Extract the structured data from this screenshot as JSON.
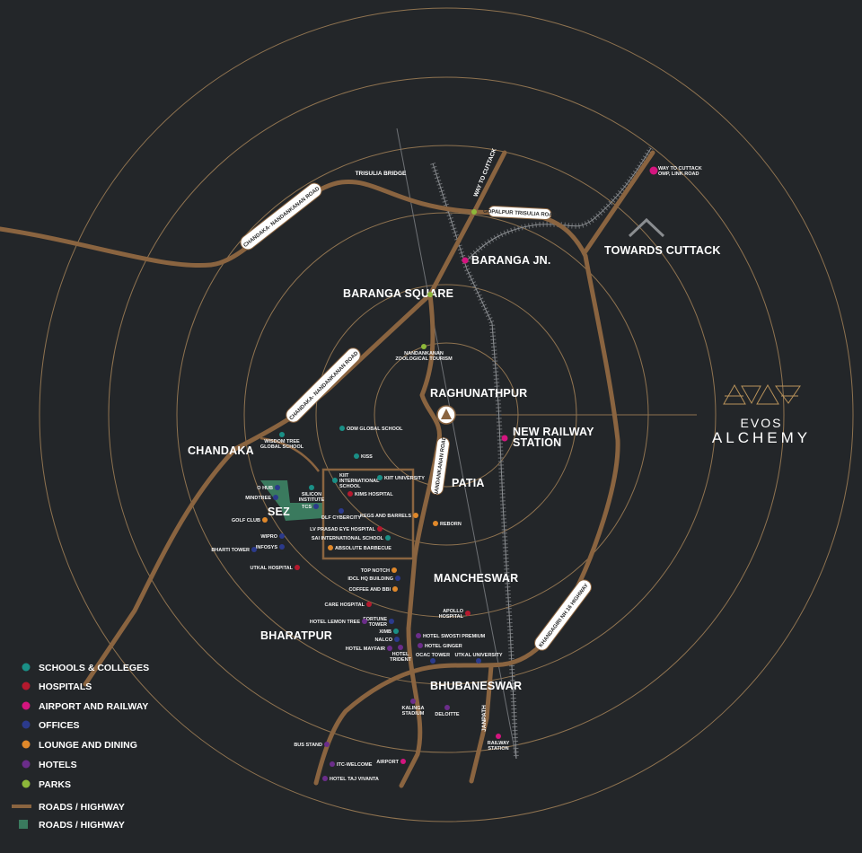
{
  "colors": {
    "background": "#232629",
    "road": "#8a6440",
    "ring": "#8f7350",
    "sez_zone": "#3a7a5e",
    "schools": "#1a8f86",
    "hospitals": "#b5192e",
    "airport_railway": "#d4157f",
    "offices": "#2b3a8c",
    "lounge": "#e0882a",
    "hotels": "#6b2d8a",
    "parks": "#8db83a"
  },
  "brand": {
    "line1": "EVOS",
    "line2": "ALCHEMY",
    "logo": "triangles-icon"
  },
  "areas": {
    "chandaka": "CHANDAKA",
    "sez": "SEZ",
    "patia": "PATIA",
    "mancheswar": "MANCHESWAR",
    "bharatpur": "BHARATPUR",
    "bhubaneswar": "BHUBANESWAR",
    "raghunathpur": "RAGHUNATHPUR",
    "towards_cuttack": "TOWARDS CUTTACK",
    "baranga_square": "BARANGA SQUARE",
    "baranga_jn": "BARANGA JN.",
    "new_railway_station_1": "NEW RAILWAY",
    "new_railway_station_2": "STATION"
  },
  "roads": {
    "chandaka_nandankanan_1": "CHANDAKA- NANDANKANAN ROAD",
    "chandaka_nandankanan_2": "CHANDAKA- NANDANKANAN ROAD",
    "nandankanan": "NANDANKANAN ROAD",
    "khandagiri": "KHANDAGIRI NH 16 HIGHWAY",
    "gopalpur": "GOPALPUR TRISULIA ROAD",
    "way_to_cuttack": "WAY TO CUTTACK",
    "trisulia_bridge": "TRISULIA BRIDGE",
    "janpath": "JANPATH"
  },
  "pois": [
    {
      "cat": "schools",
      "lines": [
        "WISDOM TREE",
        "GLOBAL SCHOOL"
      ]
    },
    {
      "cat": "schools",
      "lines": [
        "ODM GLOBAL SCHOOL"
      ]
    },
    {
      "cat": "schools",
      "lines": [
        "KISS"
      ]
    },
    {
      "cat": "schools",
      "lines": [
        "KIIT",
        "INTERNATIONAL",
        "SCHOOL"
      ]
    },
    {
      "cat": "schools",
      "lines": [
        "KIIT UNIVERSITY"
      ]
    },
    {
      "cat": "schools",
      "lines": [
        "SILICON",
        "INSTITUTE"
      ]
    },
    {
      "cat": "schools",
      "lines": [
        "SAI INTERNATIONAL SCHOOL"
      ]
    },
    {
      "cat": "schools",
      "lines": [
        "XIMB"
      ]
    },
    {
      "cat": "hospitals",
      "lines": [
        "KIMS HOSPITAL"
      ]
    },
    {
      "cat": "hospitals",
      "lines": [
        "LV PRASAD EYE HOSPITAL"
      ]
    },
    {
      "cat": "hospitals",
      "lines": [
        "UTKAL HOSPITAL"
      ]
    },
    {
      "cat": "hospitals",
      "lines": [
        "CARE HOSPITAL"
      ]
    },
    {
      "cat": "hospitals",
      "lines": [
        "APOLLO",
        "HOSPITAL"
      ]
    },
    {
      "cat": "airport_railway",
      "lines": [
        "RAILWAY",
        "STATION"
      ]
    },
    {
      "cat": "airport_railway",
      "lines": [
        "AIRPORT"
      ]
    },
    {
      "cat": "airport_railway",
      "lines": [
        "WAY TO CUTTACK",
        "OMP, LINK ROAD"
      ]
    },
    {
      "cat": "offices",
      "lines": [
        "O HUB"
      ]
    },
    {
      "cat": "offices",
      "lines": [
        "MINDTREE"
      ]
    },
    {
      "cat": "offices",
      "lines": [
        "TCS"
      ]
    },
    {
      "cat": "offices",
      "lines": [
        "DLF CYBERCITY"
      ]
    },
    {
      "cat": "offices",
      "lines": [
        "WIPRO"
      ]
    },
    {
      "cat": "offices",
      "lines": [
        "INFOSYS"
      ]
    },
    {
      "cat": "offices",
      "lines": [
        "BHARTI TOWER"
      ]
    },
    {
      "cat": "offices",
      "lines": [
        "IDCL HQ BUILDING"
      ]
    },
    {
      "cat": "offices",
      "lines": [
        "FORTUNE",
        "TOWER"
      ]
    },
    {
      "cat": "offices",
      "lines": [
        "NALCO"
      ]
    },
    {
      "cat": "offices",
      "lines": [
        "OCAC TOWER"
      ]
    },
    {
      "cat": "offices",
      "lines": [
        "UTKAL UNIVERSITY"
      ]
    },
    {
      "cat": "lounge",
      "lines": [
        "GOLF CLUB"
      ]
    },
    {
      "cat": "lounge",
      "lines": [
        "KEGS AND BARRELS"
      ]
    },
    {
      "cat": "lounge",
      "lines": [
        "REBORN"
      ]
    },
    {
      "cat": "lounge",
      "lines": [
        "ABSOLUTE BARBECUE"
      ]
    },
    {
      "cat": "lounge",
      "lines": [
        "TOP NOTCH"
      ]
    },
    {
      "cat": "lounge",
      "lines": [
        "COFFEE AND BBI"
      ]
    },
    {
      "cat": "hotels",
      "lines": [
        "HOTEL LEMON TREE"
      ]
    },
    {
      "cat": "hotels",
      "lines": [
        "HOTEL SWOSTI PREMIUM"
      ]
    },
    {
      "cat": "hotels",
      "lines": [
        "HOTEL GINGER"
      ]
    },
    {
      "cat": "hotels",
      "lines": [
        "HOTEL MAYFAIR"
      ]
    },
    {
      "cat": "hotels",
      "lines": [
        "HOTEL",
        "TRIDENT"
      ]
    },
    {
      "cat": "hotels",
      "lines": [
        "KALINGA",
        "STADIUM"
      ]
    },
    {
      "cat": "hotels",
      "lines": [
        "DELOITTE"
      ]
    },
    {
      "cat": "hotels",
      "lines": [
        "BUS STAND"
      ]
    },
    {
      "cat": "hotels",
      "lines": [
        "ITC-WELCOME"
      ]
    },
    {
      "cat": "hotels",
      "lines": [
        "HOTEL TAJ VIVANTA"
      ]
    },
    {
      "cat": "parks",
      "lines": [
        "NANDANKANAN",
        "ZOOLOGICAL TOURISM"
      ]
    },
    {
      "cat": "parks",
      "lines": [
        ""
      ]
    },
    {
      "cat": "parks",
      "lines": [
        ""
      ]
    },
    {
      "cat": "airport_railway",
      "lines": [
        ""
      ]
    },
    {
      "cat": "airport_railway",
      "lines": [
        ""
      ]
    }
  ],
  "legend": [
    {
      "cat": "schools",
      "label": "SCHOOLS & COLLEGES"
    },
    {
      "cat": "hospitals",
      "label": "HOSPITALS"
    },
    {
      "cat": "airport_railway",
      "label": "AIRPORT AND RAILWAY"
    },
    {
      "cat": "offices",
      "label": "OFFICES"
    },
    {
      "cat": "lounge",
      "label": "LOUNGE AND DINING"
    },
    {
      "cat": "hotels",
      "label": "HOTELS"
    },
    {
      "cat": "parks",
      "label": "PARKS"
    },
    {
      "cat": "road",
      "label": "ROADS / HIGHWAY"
    },
    {
      "cat": "zone",
      "label": "ROADS / HIGHWAY"
    }
  ]
}
